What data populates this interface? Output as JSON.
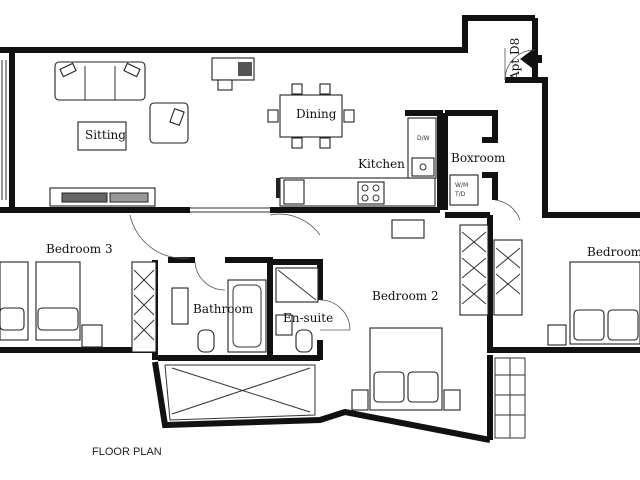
{
  "plan": {
    "caption": "FLOOR PLAN",
    "entrance_label": "Apt D8",
    "rooms": {
      "sitting": "Sitting",
      "dining": "Dining",
      "kitchen": "Kitchen",
      "boxroom": "Boxroom",
      "bedroom3": "Bedroom 3",
      "bathroom": "Bathroom",
      "ensuite": "En-suite",
      "bedroom2": "Bedroom 2",
      "bedroom": "Bedroom"
    },
    "appliance_labels": {
      "dw": "D/W",
      "wmtd": "W/M\nT/D",
      "wm": "W/M",
      "td": "T/D"
    }
  }
}
